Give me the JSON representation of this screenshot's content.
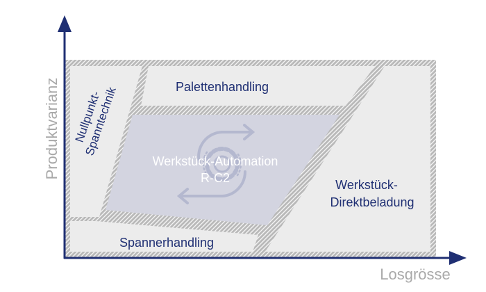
{
  "axes": {
    "y_label": "Produktvarianz",
    "x_label": "Losgrösse"
  },
  "regions": {
    "palettenhandling": "Palettenhandling",
    "nullpunkt_line1": "Nullpunkt-",
    "nullpunkt_line2": "Spanntechnik",
    "werkstueck_automation_line1": "Werkstück-Automation",
    "werkstueck_automation_line2": "R-C2",
    "direktbeladung_line1": "Werkstück-",
    "direktbeladung_line2": "Direktbeladung",
    "spannerhandling": "Spannerhandling"
  },
  "colors": {
    "navy": "#1f2f73",
    "axis_gray": "#a9a9a9",
    "panel_fill": "#ececec",
    "highlight_fill": "#d3d4e0",
    "band": "#b9b9b9",
    "band_hatch": "#f4f4f4"
  },
  "icon": "automation-cycle-gear-icon"
}
